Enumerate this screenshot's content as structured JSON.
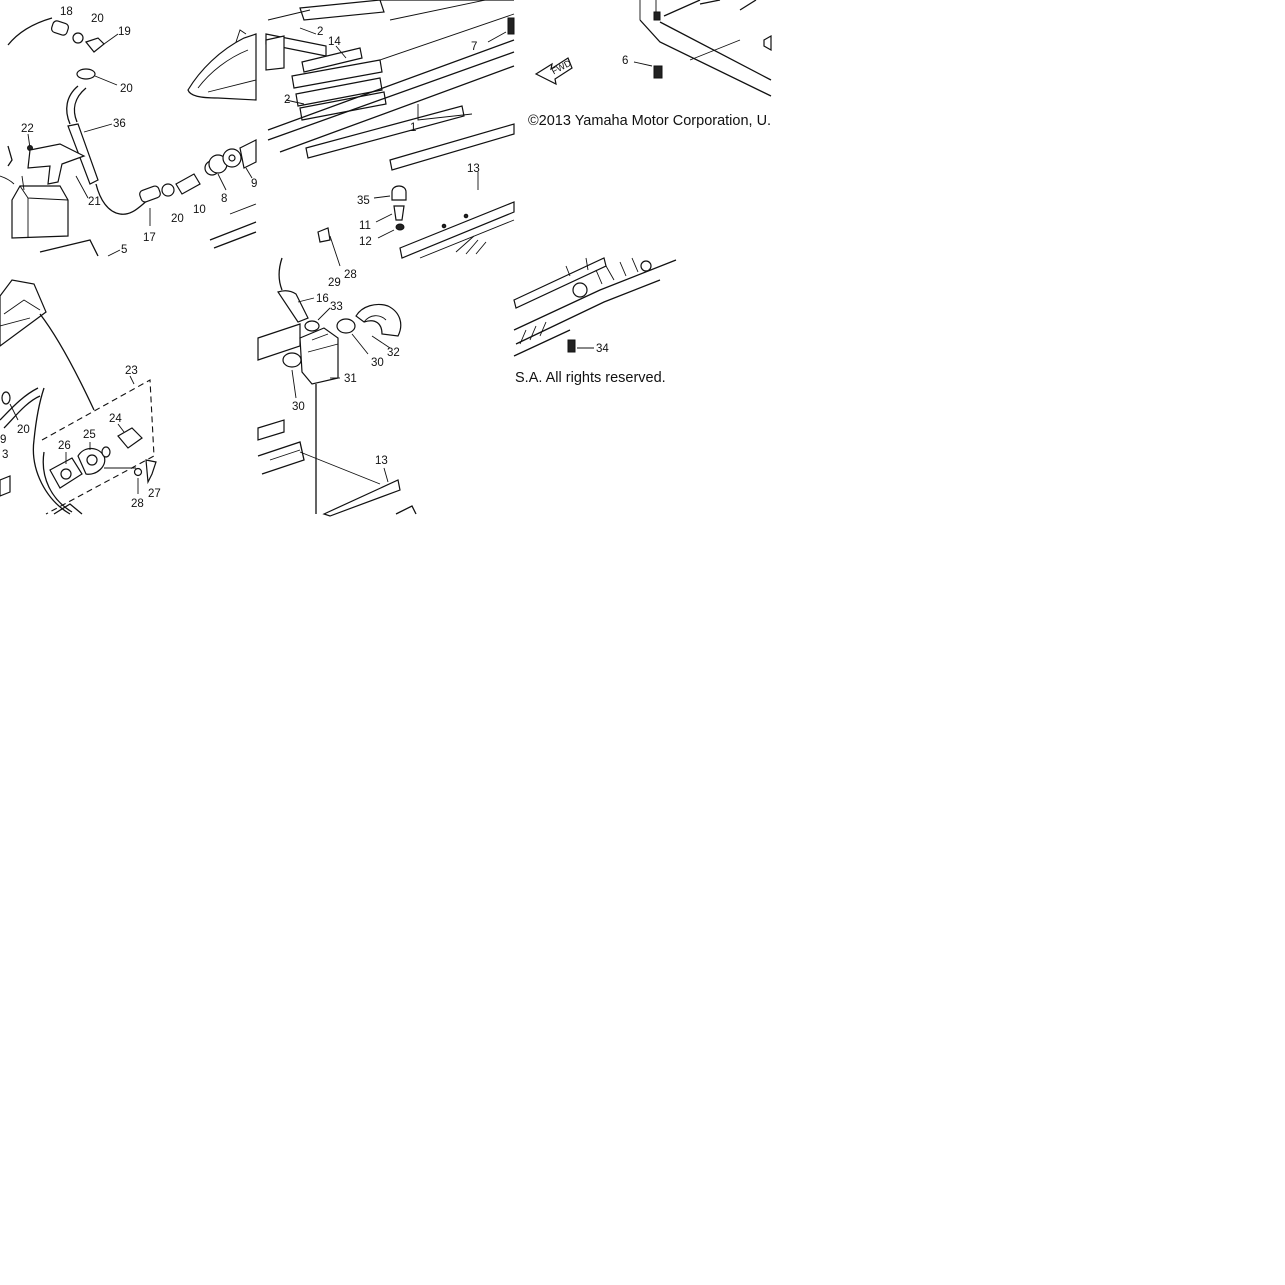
{
  "fwd_label": "FWD",
  "copyright": {
    "line1": "©2013 Yamaha Motor Corporation, U.",
    "line2": "S.A. All rights reserved."
  },
  "callouts": {
    "c18": "18",
    "c20a": "20",
    "c19": "19",
    "c20b": "20",
    "c36": "36",
    "c22": "22",
    "c21": "21",
    "c17": "17",
    "c20c": "20",
    "c10": "10",
    "c8": "8",
    "c9a": "9",
    "c5": "5",
    "c2a": "2",
    "c14": "14",
    "c2b": "2",
    "c7": "7",
    "c1": "1",
    "c13a": "13",
    "c35": "35",
    "c11": "11",
    "c12": "12",
    "c6": "6",
    "c9b": "9",
    "c3": "3",
    "c20d": "20",
    "c23": "23",
    "c24": "24",
    "c25": "25",
    "c26": "26",
    "c27": "27",
    "c28a": "28",
    "c29": "29",
    "c28b": "28",
    "c16": "16",
    "c33": "33",
    "c32": "32",
    "c30a": "30",
    "c31": "31",
    "c30b": "30",
    "c13b": "13",
    "c34": "34"
  }
}
